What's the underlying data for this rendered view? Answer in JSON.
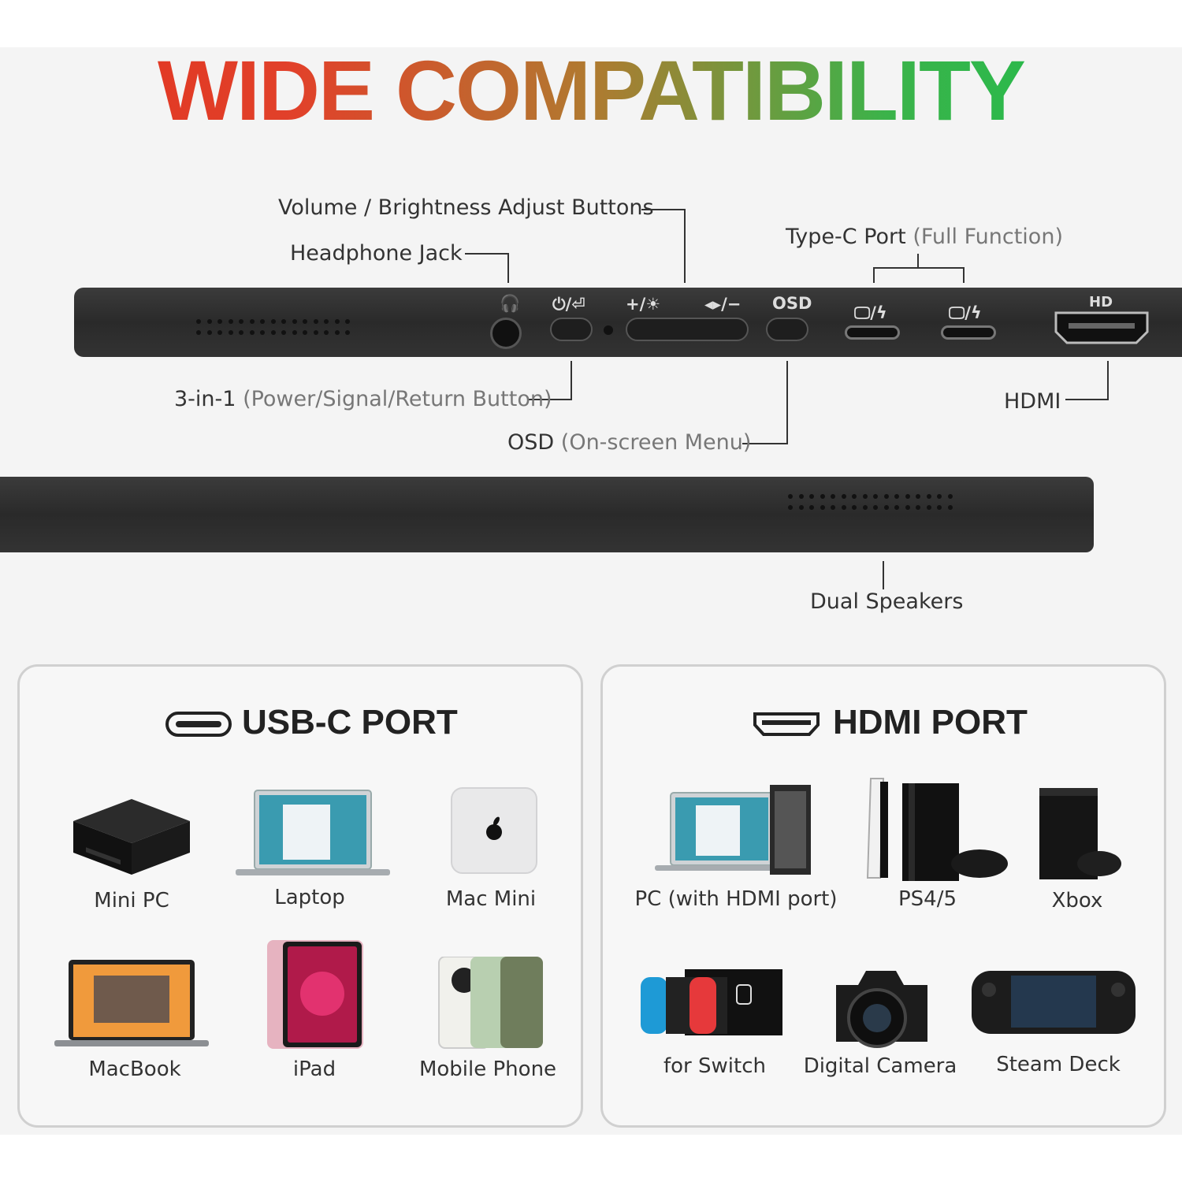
{
  "title": "WIDE COMPATIBILITY",
  "callouts": {
    "volume": "Volume / Brightness Adjust Buttons",
    "headphone": "Headphone Jack",
    "typec": "Type-C Port",
    "typec_sub": "(Full Function)",
    "three_in_one": "3-in-1",
    "three_in_one_sub": "(Power/Signal/Return Button)",
    "osd": "OSD",
    "osd_sub": "(On-screen Menu)",
    "hdmi": "HDMI",
    "speakers": "Dual Speakers"
  },
  "monitor_marks": {
    "headphone": "🎧",
    "power": "⏻/⏎",
    "plus": "+/☀",
    "minus": "◂▸/−",
    "osd": "OSD",
    "usbc1": "🖵/ϟ",
    "usbc2": "🖵/ϟ",
    "hd": "HD"
  },
  "usbc_panel": {
    "title": "USB-C PORT",
    "devices": [
      {
        "label": "Mini PC",
        "icon": "mini-pc"
      },
      {
        "label": "Laptop",
        "icon": "laptop"
      },
      {
        "label": "Mac Mini",
        "icon": "mac-mini"
      },
      {
        "label": "MacBook",
        "icon": "macbook"
      },
      {
        "label": "iPad",
        "icon": "ipad"
      },
      {
        "label": "Mobile Phone",
        "icon": "mobile-phone"
      }
    ]
  },
  "hdmi_panel": {
    "title": "HDMI PORT",
    "devices": [
      {
        "label": "PC (with HDMI port)",
        "icon": "pc"
      },
      {
        "label": "PS4/5",
        "icon": "playstation"
      },
      {
        "label": "Xbox",
        "icon": "xbox"
      },
      {
        "label": "for Switch",
        "icon": "switch"
      },
      {
        "label": "Digital Camera",
        "icon": "camera"
      },
      {
        "label": "Steam Deck",
        "icon": "steam-deck"
      }
    ]
  }
}
